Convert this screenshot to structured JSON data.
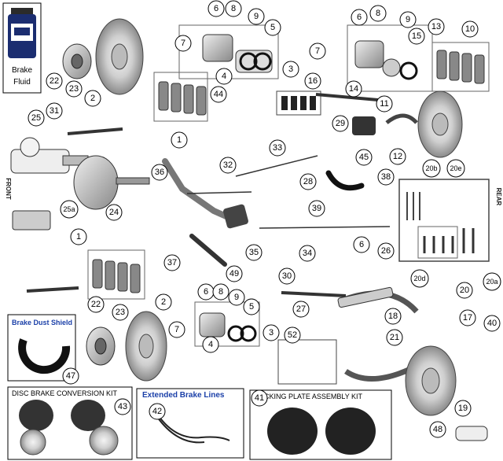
{
  "bottle": {
    "line1": "Brake",
    "line2": "Fluid"
  },
  "side_labels": {
    "left": "FRONT",
    "right": "REAR"
  },
  "box_titles": {
    "dust_shield": "Brake Dust Shield",
    "disc_kit": "DISC BRAKE CONVERSION KIT",
    "lines": "Extended Brake Lines",
    "backing": "BACKING PLATE ASSEMBLY KIT"
  },
  "callouts": [
    "6",
    "8",
    "9",
    "5",
    "7",
    "4",
    "3",
    "2",
    "22",
    "23",
    "1",
    "31",
    "25",
    "36",
    "32",
    "44",
    "33",
    "24",
    "25a",
    "35",
    "37",
    "49",
    "6",
    "8",
    "9",
    "13",
    "10",
    "7",
    "15",
    "14",
    "16",
    "11",
    "29",
    "12",
    "45",
    "28",
    "38",
    "39",
    "20b",
    "20e",
    "20",
    "20a",
    "20d",
    "34",
    "6",
    "26",
    "30",
    "27",
    "18",
    "17",
    "40",
    "21",
    "19",
    "2",
    "6",
    "8",
    "9",
    "5",
    "7",
    "4",
    "3",
    "22",
    "23",
    "47",
    "52",
    "43",
    "42",
    "41",
    "48",
    "1"
  ],
  "colors": {
    "accent_blue": "#1a3fa8",
    "line": "#333333"
  }
}
